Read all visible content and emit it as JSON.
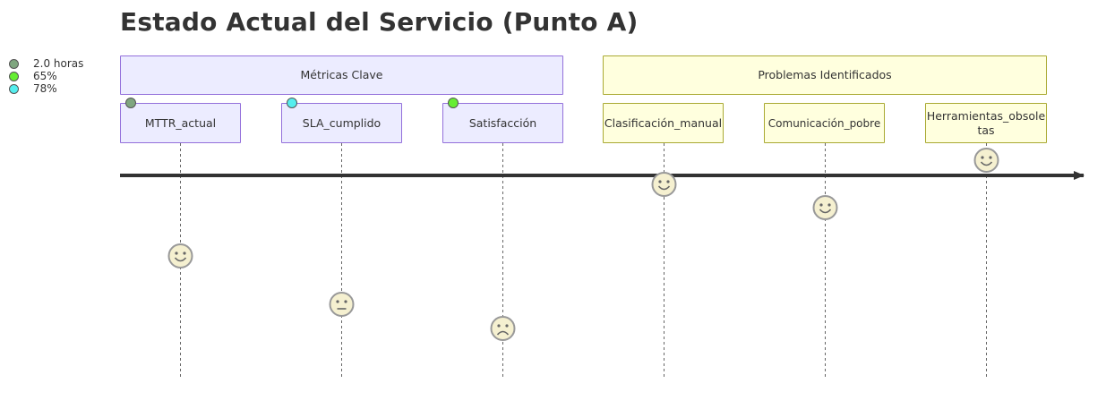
{
  "title": "Estado Actual del Servicio (Punto A)",
  "legend": [
    {
      "label": "2.0 horas",
      "color": "#7fa67f"
    },
    {
      "label": "65%",
      "color": "#66ee33"
    },
    {
      "label": "78%",
      "color": "#55eeee"
    }
  ],
  "sections": [
    {
      "label": "Métricas Clave"
    },
    {
      "label": "Problemas Identificados"
    }
  ],
  "tasks": [
    {
      "label": "MTTR_actual",
      "section": 0,
      "marker_color": "#7fa67f",
      "mood": "happy"
    },
    {
      "label": "SLA_cumplido",
      "section": 0,
      "marker_color": "#55eeee",
      "mood": "neutral"
    },
    {
      "label": "Satisfacción",
      "section": 0,
      "marker_color": "#66ee33",
      "mood": "sad"
    },
    {
      "label": "Clasificación_manual",
      "section": 1,
      "marker_color": null,
      "mood": "happy"
    },
    {
      "label": "Comunicación_pobre",
      "section": 1,
      "marker_color": null,
      "mood": "happy"
    },
    {
      "label": "Herramientas_obsoletas",
      "section": 1,
      "marker_color": null,
      "mood": "happy"
    }
  ],
  "colors": {
    "metrics_fill": "#ececff",
    "metrics_border": "#9370db",
    "problems_fill": "#ffffde",
    "problems_border": "#aaaa33",
    "axis": "#333333",
    "face_fill": "#f5f0d0",
    "face_stroke": "#999999"
  }
}
